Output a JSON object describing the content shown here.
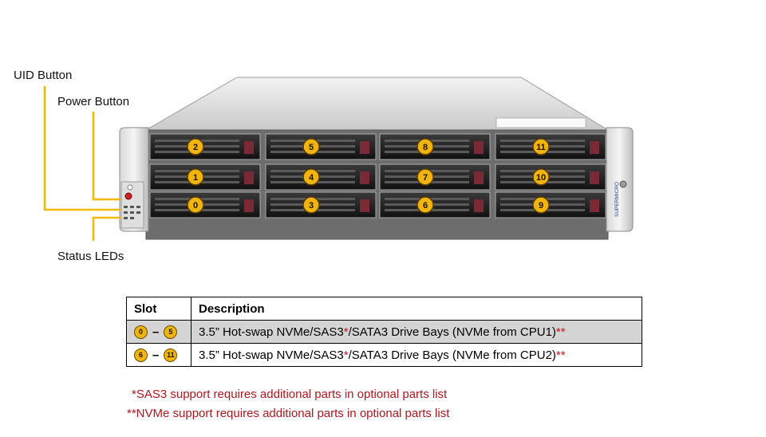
{
  "callouts": {
    "uid": "UID Button",
    "power": "Power Button",
    "status": "Status LEDs"
  },
  "chassis": {
    "brand": "SUPERMICRO",
    "drive_bays": [
      {
        "label": "2"
      },
      {
        "label": "5"
      },
      {
        "label": "8"
      },
      {
        "label": "11"
      },
      {
        "label": "1"
      },
      {
        "label": "4"
      },
      {
        "label": "7"
      },
      {
        "label": "10"
      },
      {
        "label": "0"
      },
      {
        "label": "3"
      },
      {
        "label": "6"
      },
      {
        "label": "9"
      }
    ],
    "callout_color": "#f5b800",
    "badge_color": "#f0b40c"
  },
  "table": {
    "headers": {
      "slot": "Slot",
      "description": "Description"
    },
    "rows": [
      {
        "from": "0",
        "dash": "–",
        "to": "5",
        "desc_a": "3.5” Hot-swap NVMe/SAS3",
        "star1": "*",
        "desc_b": "/SATA3 Drive Bays (NVMe from CPU1)",
        "star2": "**"
      },
      {
        "from": "6",
        "dash": "–",
        "to": "11",
        "desc_a": "3.5” Hot-swap NVMe/SAS3",
        "star1": "*",
        "desc_b": "/SATA3 Drive Bays (NVMe from CPU2)",
        "star2": "**"
      }
    ]
  },
  "footnotes": {
    "sas3": "*SAS3 support requires additional parts in optional parts list",
    "nvme": "**NVMe support requires additional parts in optional parts list"
  }
}
